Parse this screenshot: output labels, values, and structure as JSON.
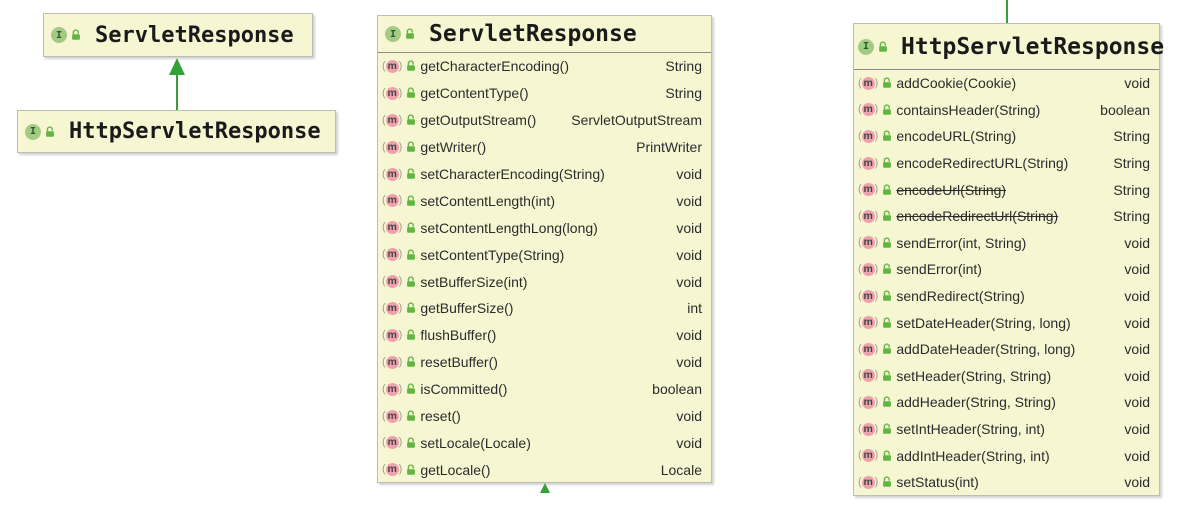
{
  "colors": {
    "node_fill": "#f6f7d2",
    "node_border": "#bdbdb2",
    "header_separator": "#8a8a8a",
    "relation_green": "#35a035",
    "method_icon_pink": "#f0a0ac",
    "interface_icon_green": "#a4cb83",
    "lock_green": "#62b543"
  },
  "icons": {
    "interface_letter": "I",
    "method_letter": "m",
    "interface_icon": "interface-icon",
    "method_icon": "method-icon",
    "lock_icon": "public-lock-icon"
  },
  "overview": {
    "parent": {
      "title": "ServletResponse"
    },
    "child": {
      "title": "HttpServletResponse"
    }
  },
  "servlet_response": {
    "title": "ServletResponse",
    "methods": [
      {
        "name": "getCharacterEncoding()",
        "returns": "String"
      },
      {
        "name": "getContentType()",
        "returns": "String"
      },
      {
        "name": "getOutputStream()",
        "returns": "ServletOutputStream"
      },
      {
        "name": "getWriter()",
        "returns": "PrintWriter"
      },
      {
        "name": "setCharacterEncoding(String)",
        "returns": "void"
      },
      {
        "name": "setContentLength(int)",
        "returns": "void"
      },
      {
        "name": "setContentLengthLong(long)",
        "returns": "void"
      },
      {
        "name": "setContentType(String)",
        "returns": "void"
      },
      {
        "name": "setBufferSize(int)",
        "returns": "void"
      },
      {
        "name": "getBufferSize()",
        "returns": "int"
      },
      {
        "name": "flushBuffer()",
        "returns": "void"
      },
      {
        "name": "resetBuffer()",
        "returns": "void"
      },
      {
        "name": "isCommitted()",
        "returns": "boolean"
      },
      {
        "name": "reset()",
        "returns": "void"
      },
      {
        "name": "setLocale(Locale)",
        "returns": "void"
      },
      {
        "name": "getLocale()",
        "returns": "Locale"
      }
    ]
  },
  "http_servlet_response": {
    "title": "HttpServletResponse",
    "methods": [
      {
        "name": "addCookie(Cookie)",
        "returns": "void"
      },
      {
        "name": "containsHeader(String)",
        "returns": "boolean"
      },
      {
        "name": "encodeURL(String)",
        "returns": "String"
      },
      {
        "name": "encodeRedirectURL(String)",
        "returns": "String"
      },
      {
        "name": "encodeUrl(String)",
        "returns": "String",
        "deprecated": true
      },
      {
        "name": "encodeRedirectUrl(String)",
        "returns": "String",
        "deprecated": true
      },
      {
        "name": "sendError(int, String)",
        "returns": "void"
      },
      {
        "name": "sendError(int)",
        "returns": "void"
      },
      {
        "name": "sendRedirect(String)",
        "returns": "void"
      },
      {
        "name": "setDateHeader(String, long)",
        "returns": "void"
      },
      {
        "name": "addDateHeader(String, long)",
        "returns": "void"
      },
      {
        "name": "setHeader(String, String)",
        "returns": "void"
      },
      {
        "name": "addHeader(String, String)",
        "returns": "void"
      },
      {
        "name": "setIntHeader(String, int)",
        "returns": "void"
      },
      {
        "name": "addIntHeader(String, int)",
        "returns": "void"
      },
      {
        "name": "setStatus(int)",
        "returns": "void"
      }
    ]
  }
}
